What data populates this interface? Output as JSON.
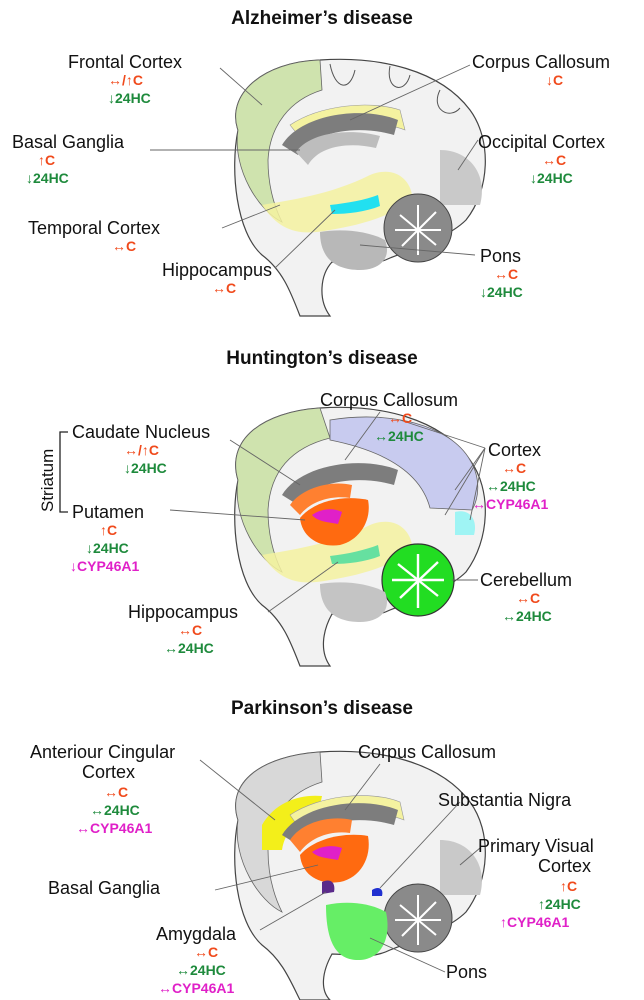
{
  "panels": [
    {
      "title": "Alzheimer’s disease",
      "labels": {
        "frontal_cortex": "Frontal Cortex",
        "frontal_c": "↔/↑C",
        "frontal_24hc": "↓24HC",
        "corpus_callosum": "Corpus Callosum",
        "corpus_c": "↓C",
        "basal_ganglia": "Basal Ganglia",
        "basal_c": "↑C",
        "basal_24hc": "↓24HC",
        "occipital_cortex": "Occipital Cortex",
        "occipital_c": "↔C",
        "occipital_24hc": "↓24HC",
        "temporal_cortex": "Temporal Cortex",
        "temporal_c": "↔C",
        "hippocampus": "Hippocampus",
        "hippocampus_c": "↔C",
        "pons": "Pons",
        "pons_c": "↔C",
        "pons_24hc": "↓24HC"
      }
    },
    {
      "title": "Huntington’s disease",
      "labels": {
        "striatum": "Striatum",
        "caudate_nucleus": "Caudate Nucleus",
        "caudate_c": "↔/↑C",
        "caudate_24hc": "↓24HC",
        "putamen": "Putamen",
        "putamen_c": "↑C",
        "putamen_24hc": "↓24HC",
        "putamen_cyp": "↓CYP46A1",
        "corpus_callosum": "Corpus Callosum",
        "corpus_c": "↔C",
        "corpus_24hc": "↔24HC",
        "cortex": "Cortex",
        "cortex_c": "↔C",
        "cortex_24hc": "↔24HC",
        "cortex_cyp": "↔CYP46A1",
        "cerebellum": "Cerebellum",
        "cerebellum_c": "↔C",
        "cerebellum_24hc": "↔24HC",
        "hippocampus": "Hippocampus",
        "hippocampus_c": "↔C",
        "hippocampus_24hc": "↔24HC"
      }
    },
    {
      "title": "Parkinson’s disease",
      "labels": {
        "anterior_cingular_1": "Anteriour Cingular",
        "anterior_cingular_2": "Cortex",
        "anterior_c": "↔C",
        "anterior_24hc": "↔24HC",
        "anterior_cyp": "↔CYP46A1",
        "corpus_callosum": "Corpus Callosum",
        "substantia_nigra": "Substantia Nigra",
        "primary_visual_1": "Primary Visual",
        "primary_visual_2": "Cortex",
        "visual_c": "↑C",
        "visual_24hc": "↑24HC",
        "visual_cyp": "↑CYP46A1",
        "basal_ganglia": "Basal Ganglia",
        "amygdala": "Amygdala",
        "amygdala_c": "↔C",
        "amygdala_24hc": "↔24HC",
        "amygdala_cyp": "↔CYP46A1",
        "pons": "Pons"
      }
    }
  ],
  "colors": {
    "cholesterol": "#f04a1c",
    "hydroxycholesterol": "#1e8a3c",
    "cyp46a1": "#e020c8",
    "frontal_green": "#cfe3ae",
    "highlight_yellow": "#f4f2a0",
    "cortex_lavender": "#c8cbef",
    "cerebellum_green": "#22dd22",
    "ventricle_grey": "#8a8a8a"
  }
}
